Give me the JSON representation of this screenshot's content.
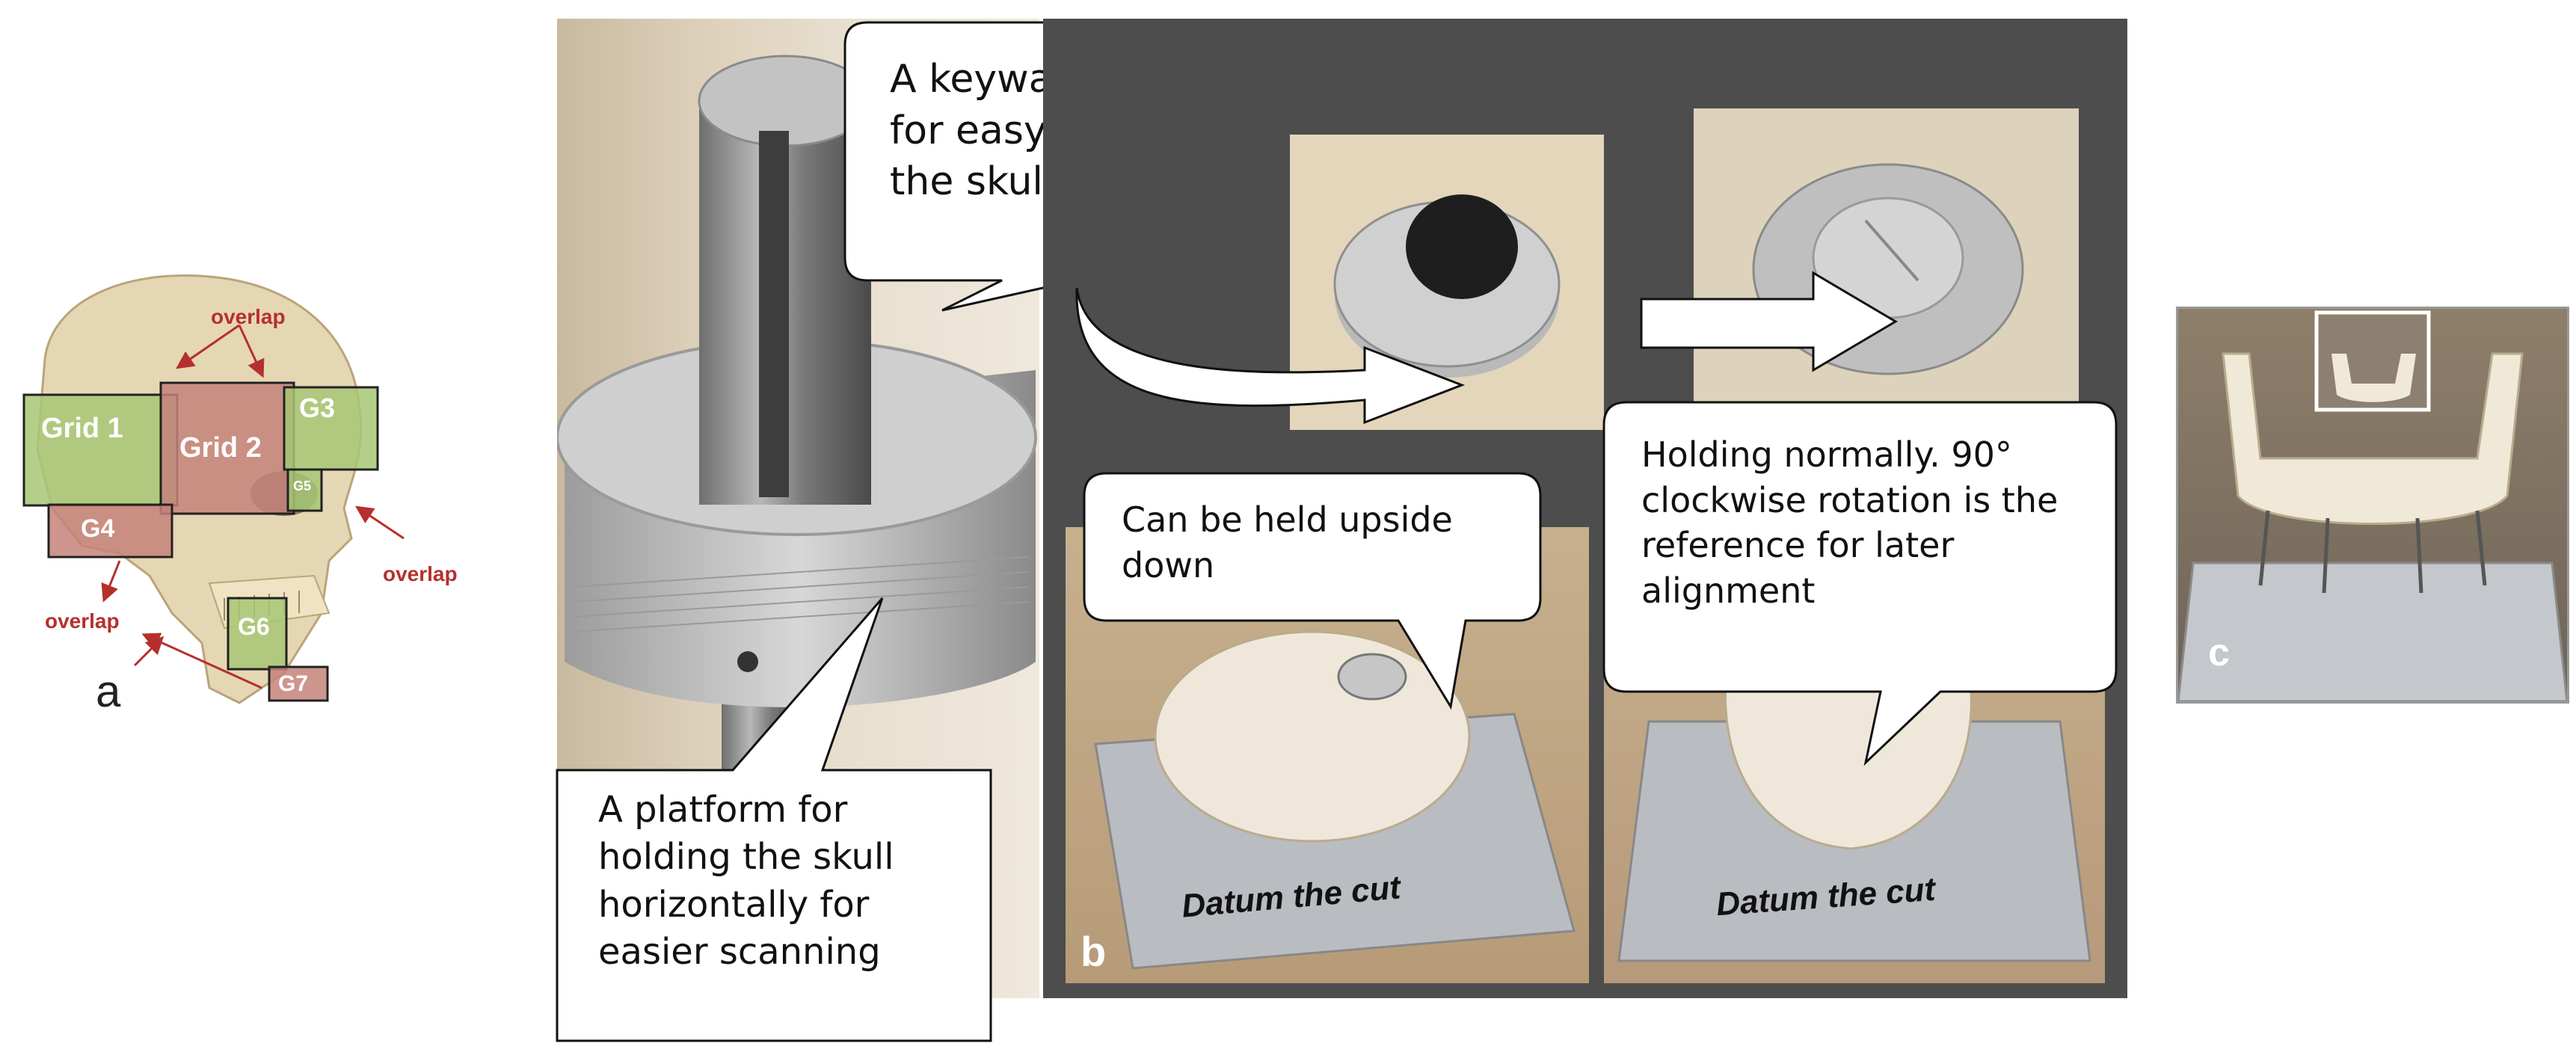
{
  "panel_a": {
    "grid_labels": [
      "Grid 1",
      "Grid 2",
      "G3",
      "G4",
      "G5",
      "G6",
      "G7"
    ],
    "overlap_labels": [
      "overlap",
      "overlap",
      "overlap"
    ],
    "panel_label": "a"
  },
  "panel_b_left": {
    "callout_keyway": "A keyway is designed for easy fit and holding the skull firmly",
    "callout_platform": "A platform for holding the skull horizontally for easier scanning"
  },
  "panel_b_right": {
    "callout_upside": "Can be held upside down",
    "callout_normal": "Holding normally. 90° clockwise rotation is the reference for later alignment",
    "plate_writing": [
      "Datum the cut",
      "Datum the cut"
    ],
    "panel_label": "b"
  },
  "panel_c": {
    "panel_label": "c"
  },
  "colors": {
    "dark_background": "#4d4d4d",
    "grid_green": "#a7c774",
    "grid_red": "#c4827a",
    "annotation_red": "#b5302d",
    "callout_fill": "#ffffff"
  }
}
